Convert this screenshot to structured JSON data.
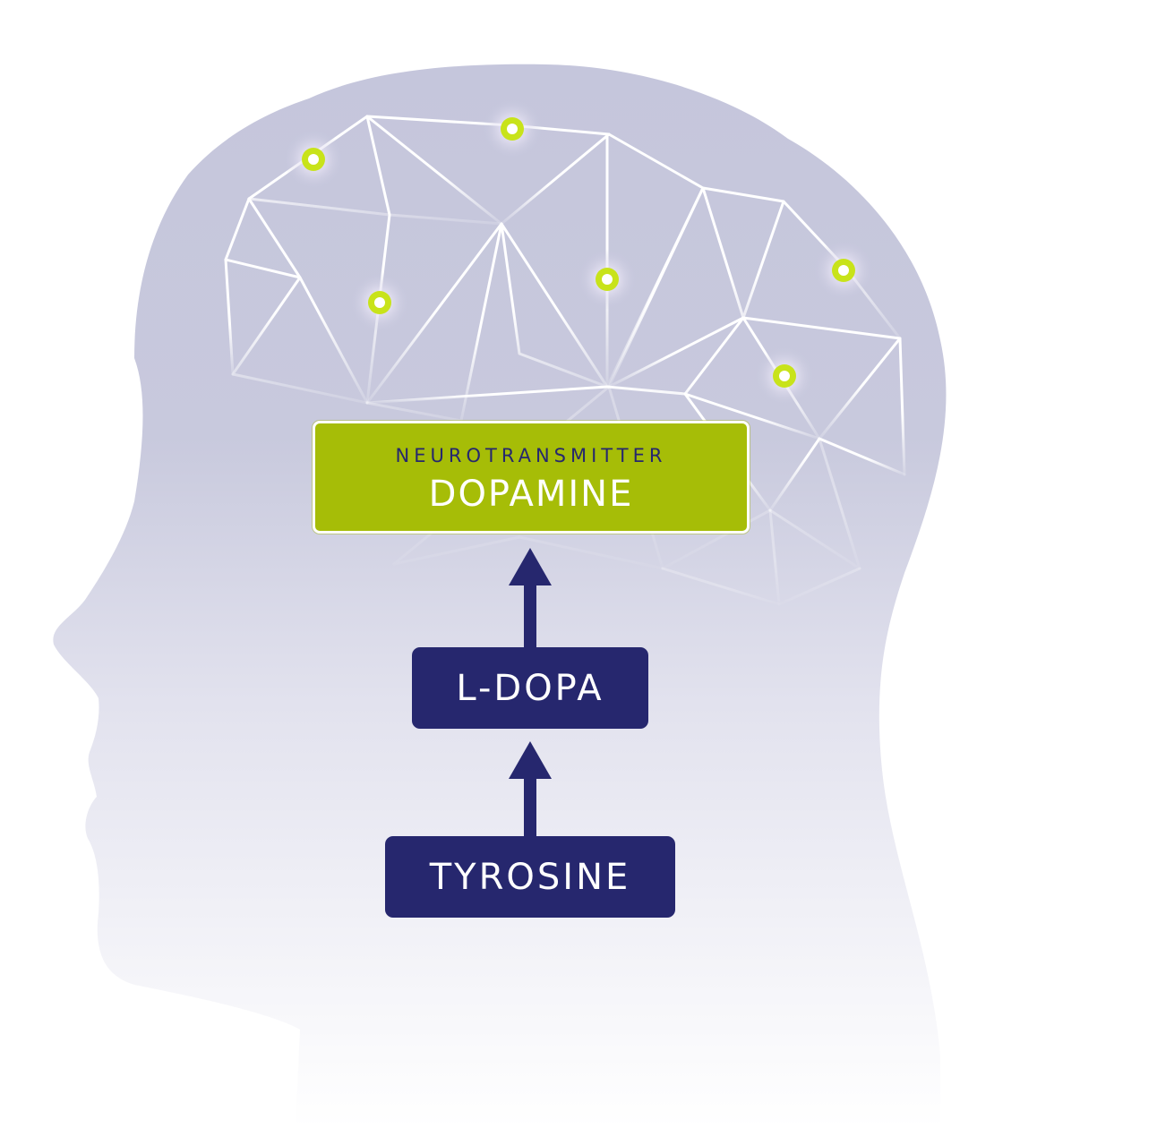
{
  "colors": {
    "head_top": "#c5c6dc",
    "head_bottom": "#ffffff",
    "network_line": "#ffffff",
    "node_glow": "#c8e31a",
    "green_box": "#a6bd07",
    "navy_box": "#26276e",
    "subtitle_text": "#26276e"
  },
  "diagram": {
    "nodes": [
      {
        "id": "dopamine",
        "subtitle": "NEUROTRANSMITTER",
        "label": "DOPAMINE",
        "style": "green-box"
      },
      {
        "id": "l_dopa",
        "label": "L-DOPA",
        "style": "navy-box"
      },
      {
        "id": "tyrosine",
        "label": "TYROSINE",
        "style": "navy-box"
      }
    ],
    "edges": [
      {
        "from": "tyrosine",
        "to": "l_dopa",
        "style": "arrow-up"
      },
      {
        "from": "l_dopa",
        "to": "dopamine",
        "style": "arrow-up"
      }
    ]
  }
}
